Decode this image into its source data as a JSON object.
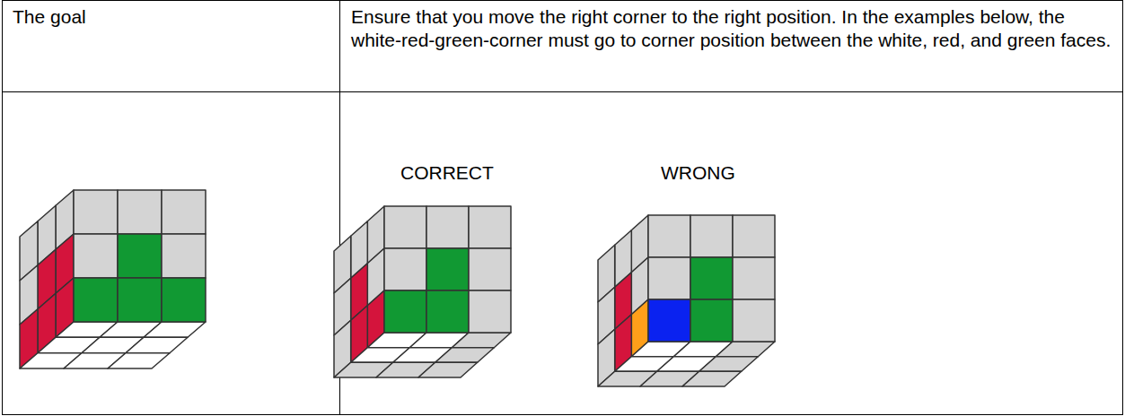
{
  "diagram": {
    "labels": [
      "The goal",
      "Ensure that you move the right corner to the right position. In the examples below, the white-red-green-corner must go to corner position between the white, red, and green faces.",
      "CORRECT",
      "WRONG"
    ]
  }
}
